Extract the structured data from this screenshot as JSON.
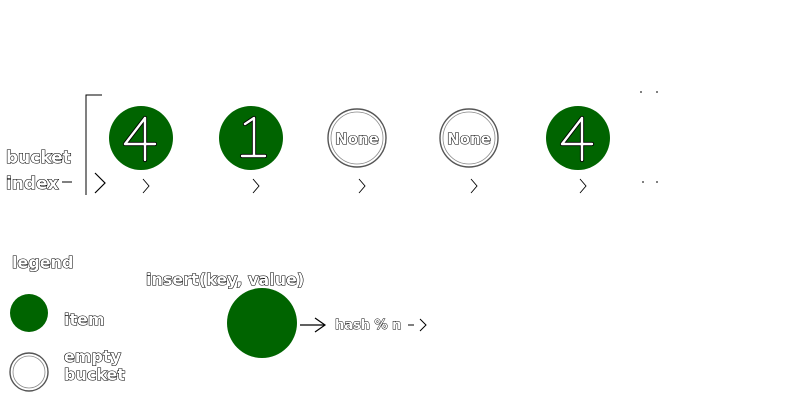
{
  "labels": {
    "bucket": "bucket",
    "index": "index",
    "legend": "legend",
    "item": "item",
    "empty_line1": "empty",
    "empty_line2": "bucket",
    "insert": "insert(key, value)",
    "hash": "hash % n"
  },
  "buckets": [
    {
      "kind": "item",
      "value": "4"
    },
    {
      "kind": "item",
      "value": "1"
    },
    {
      "kind": "empty",
      "value": "None"
    },
    {
      "kind": "empty",
      "value": "None"
    },
    {
      "kind": "item",
      "value": "4"
    }
  ],
  "colors": {
    "item": "#006400",
    "empty_outline": "#555555",
    "text_fill": "#ffffff",
    "text_outline": "#000000"
  }
}
